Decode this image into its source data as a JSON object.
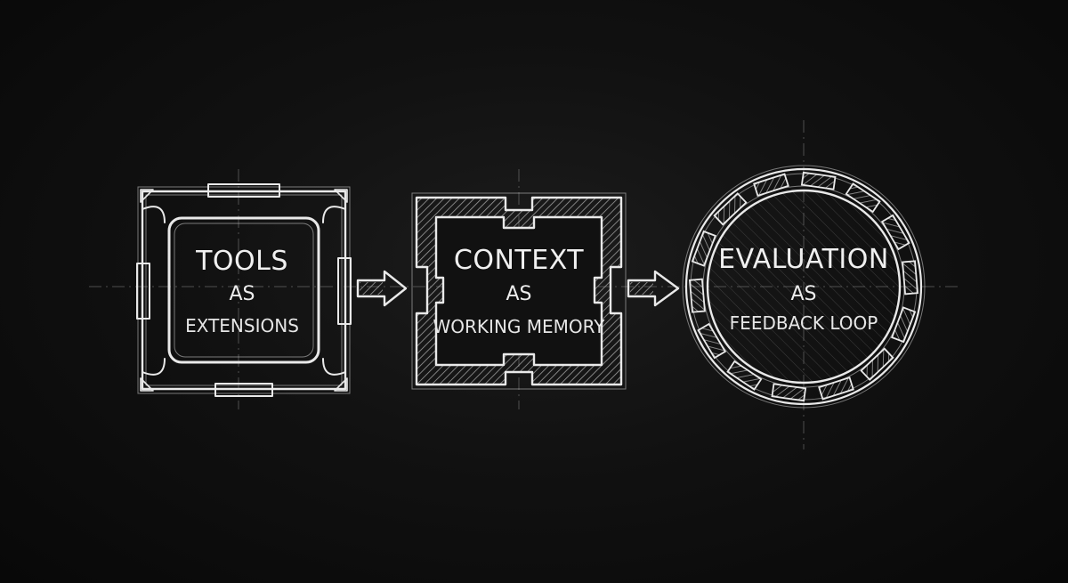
{
  "stages": [
    {
      "title": "TOOLS",
      "connector": "AS",
      "subtitle": "EXTENSIONS"
    },
    {
      "title": "CONTEXT",
      "connector": "AS",
      "subtitle": "WORKING MEMORY"
    },
    {
      "title": "EVALUATION",
      "connector": "AS",
      "subtitle": "FEEDBACK LOOP"
    }
  ],
  "colors": {
    "background": "#0b0b0b",
    "chalk": "#e9e9e9"
  },
  "icons": [
    "arrow-right-icon",
    "arrow-right-icon"
  ]
}
